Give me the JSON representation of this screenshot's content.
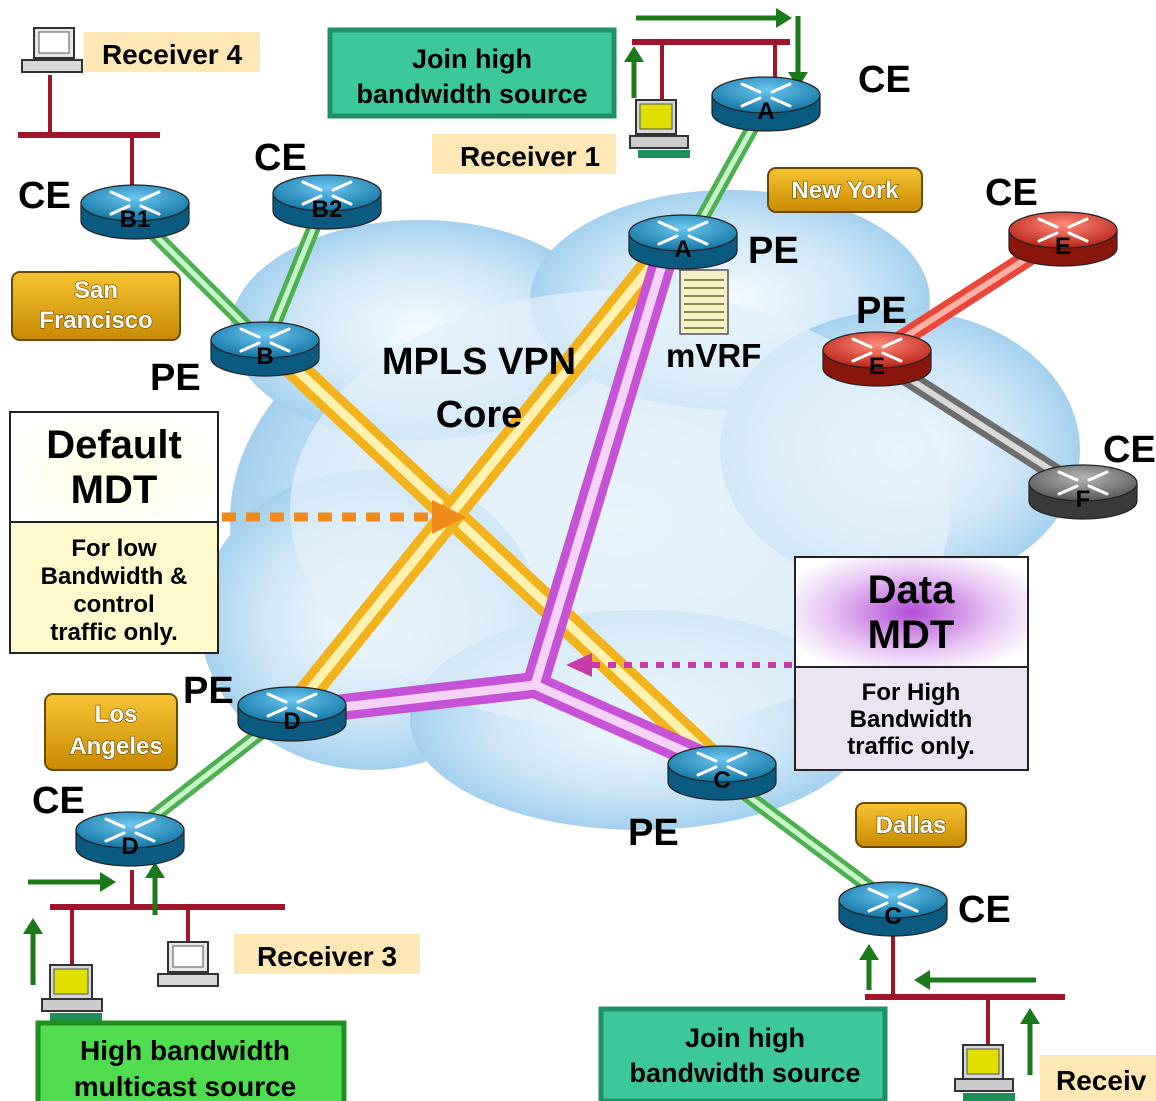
{
  "cloud_title": [
    "MPLS VPN",
    "Core"
  ],
  "sites": {
    "ny": "New York",
    "sf": [
      "San",
      "Francisco"
    ],
    "la": [
      "Los",
      "Angeles"
    ],
    "dallas": "Dallas"
  },
  "routers": {
    "ce_a": {
      "role": "CE",
      "id": "A"
    },
    "pe_a": {
      "role": "PE",
      "id": "A"
    },
    "ce_b1": {
      "role": "CE",
      "id": "B1"
    },
    "ce_b2": {
      "role": "CE",
      "id": "B2"
    },
    "pe_b": {
      "role": "PE",
      "id": "B"
    },
    "ce_e": {
      "role": "CE",
      "id": "E"
    },
    "pe_e": {
      "role": "PE",
      "id": "E"
    },
    "ce_f": {
      "role": "CE",
      "id": "F"
    },
    "pe_d": {
      "role": "PE",
      "id": "D"
    },
    "ce_d": {
      "role": "CE",
      "id": "D"
    },
    "pe_c": {
      "role": "PE",
      "id": "C"
    },
    "ce_c": {
      "role": "CE",
      "id": "C"
    }
  },
  "mvrf": "mVRF",
  "receivers": {
    "r1": "Receiver 1",
    "r3": "Receiver 3",
    "r4": "Receiver 4",
    "r2_partial": "Receiv"
  },
  "join_boxes": {
    "top": [
      "Join high",
      "bandwidth source"
    ],
    "bottom": [
      "Join high",
      "bandwidth source"
    ]
  },
  "source_box": [
    "High bandwidth",
    "multicast source"
  ],
  "default_mdt": {
    "title": [
      "Default",
      "MDT"
    ],
    "desc": [
      "For low",
      "Bandwidth &",
      "control",
      "traffic only."
    ]
  },
  "data_mdt": {
    "title": [
      "Data",
      "MDT"
    ],
    "desc": [
      "For High",
      "Bandwidth",
      "traffic only."
    ]
  },
  "colors": {
    "default_mdt": "#f5c242",
    "data_mdt": "#d67fe0",
    "access_link": "#7cd97c",
    "red_vpn": "#e8473a",
    "gray_vpn": "#7a7a7a",
    "router_blue": "#1a8fc0",
    "site_gold": "#d49a0a",
    "cloud": "#a9d3ef",
    "join_box": "#38c79a",
    "source_box": "#4fdc4f",
    "arrow": "#1a7a1a"
  }
}
